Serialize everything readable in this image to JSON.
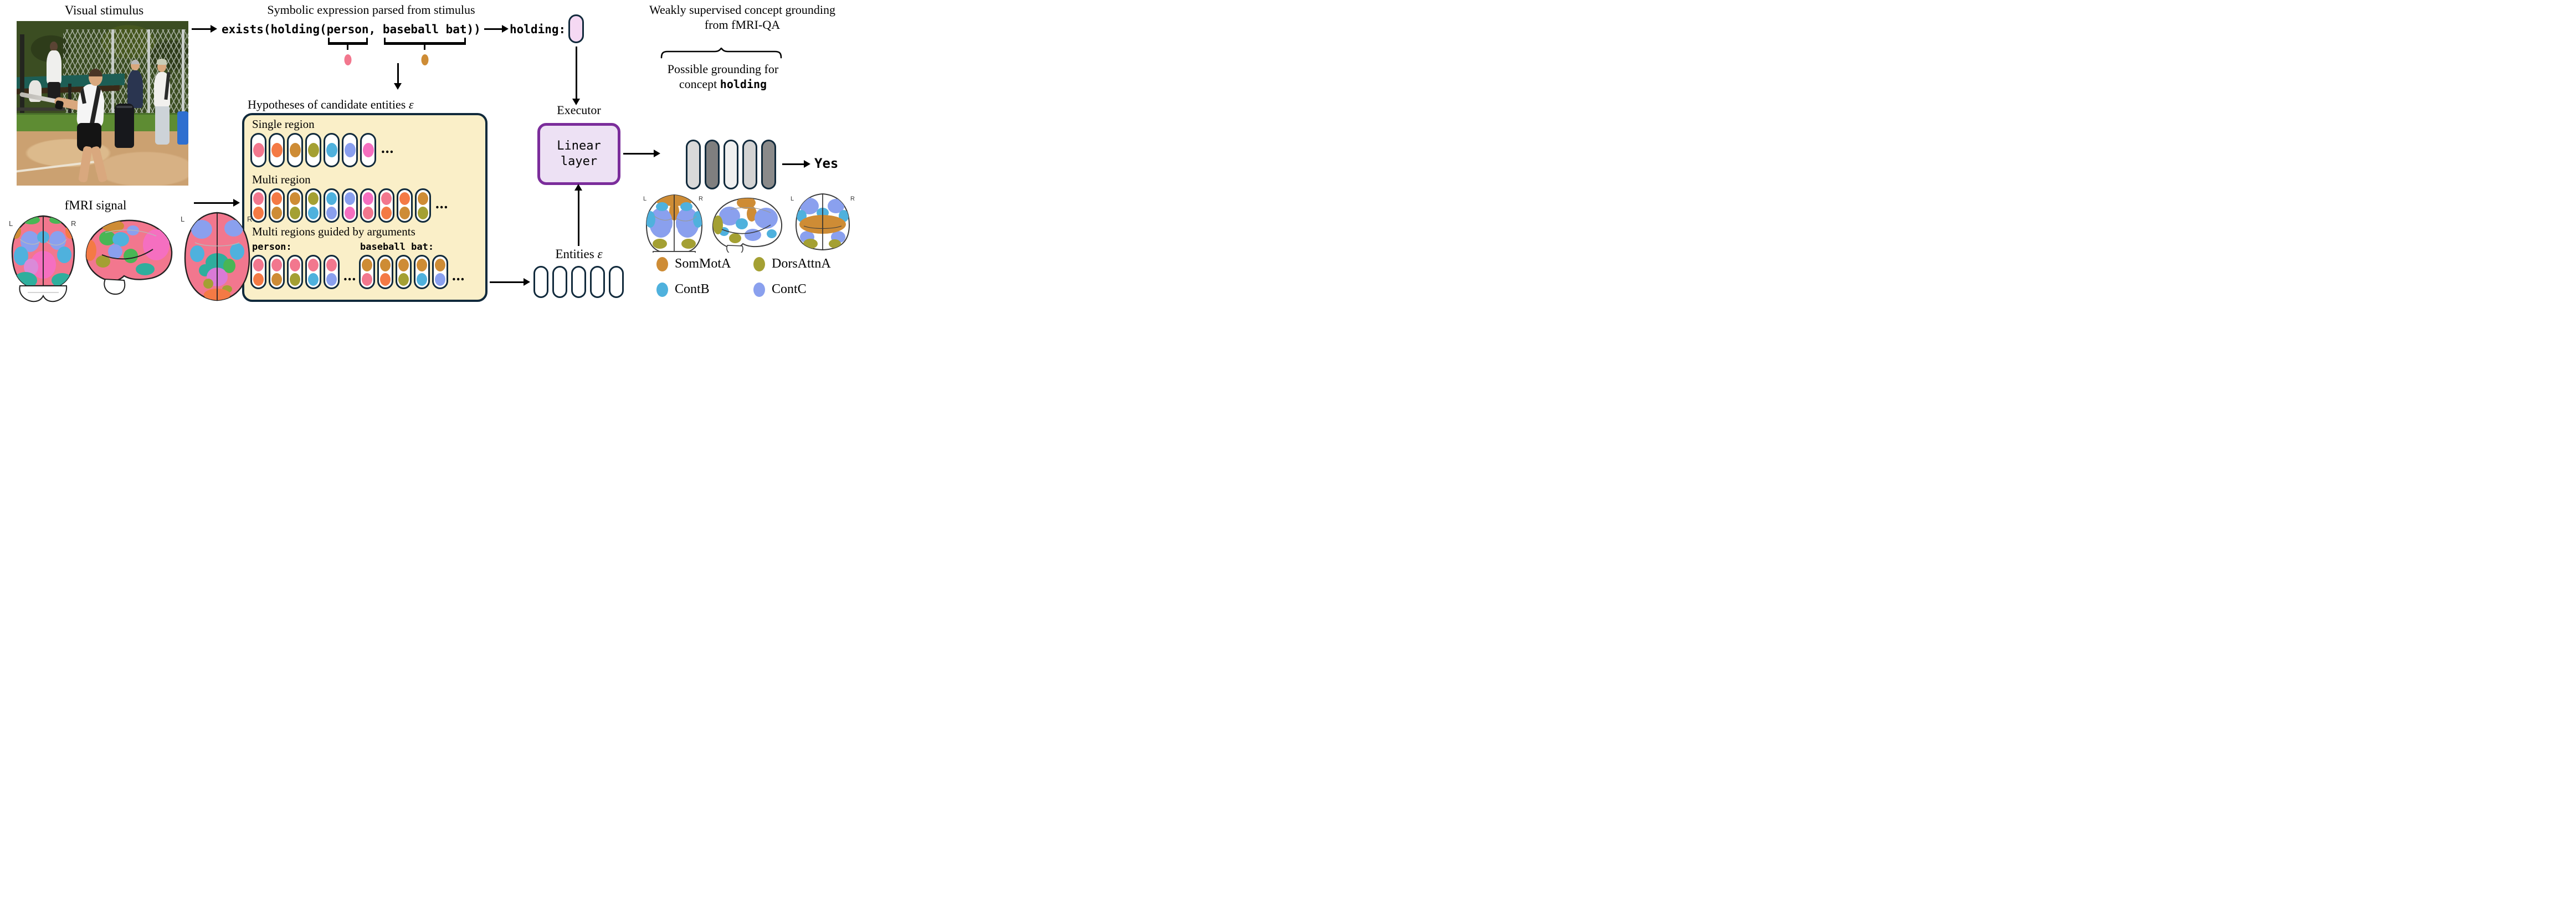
{
  "titles": {
    "visual_stimulus": "Visual stimulus",
    "symbolic": "Symbolic expression parsed from stimulus",
    "weakly_line1": "Weakly supervised concept grounding",
    "weakly_line2": "from fMRI-QA",
    "possible_line1": "Possible grounding for",
    "possible_line2_prefix": "concept ",
    "possible_concept": "holding",
    "fmri": "fMRI signal"
  },
  "expression": {
    "prefix": "exists(holding(",
    "arg1": "person",
    "separator": ", ",
    "arg2": "baseball bat",
    "suffix": "))",
    "concept_label": "holding:",
    "arg1_color": "pink",
    "arg2_color": "tan"
  },
  "executor": {
    "label": "Executor",
    "box_line1": "Linear",
    "box_line2": "layer"
  },
  "entities": {
    "label_prefix": "Entities ",
    "epsilon": "ε",
    "count": 5
  },
  "hypotheses": {
    "title_prefix": "Hypotheses of candidate entities ",
    "epsilon": "ε",
    "single_label": "Single region",
    "multi_label": "Multi region",
    "guided_label": "Multi regions guided by arguments",
    "person_label": "person:",
    "bat_label": "baseball bat:",
    "ellipsis": "...",
    "single_row": [
      "pink",
      "orange",
      "tan",
      "olive",
      "blue",
      "periwinkle",
      "magenta"
    ],
    "multi_row": [
      [
        "pink",
        "orange"
      ],
      [
        "orange",
        "tan"
      ],
      [
        "tan",
        "olive"
      ],
      [
        "olive",
        "blue"
      ],
      [
        "blue",
        "periwinkle"
      ],
      [
        "periwinkle",
        "magenta"
      ],
      [
        "magenta",
        "pink"
      ],
      [
        "pink",
        "orange"
      ],
      [
        "orange",
        "tan"
      ],
      [
        "tan",
        "olive"
      ]
    ],
    "person_row": [
      [
        "pink",
        "orange"
      ],
      [
        "pink",
        "tan"
      ],
      [
        "pink",
        "olive"
      ],
      [
        "pink",
        "blue"
      ],
      [
        "pink",
        "periwinkle"
      ]
    ],
    "bat_row": [
      [
        "tan",
        "pink"
      ],
      [
        "tan",
        "orange"
      ],
      [
        "tan",
        "olive"
      ],
      [
        "tan",
        "blue"
      ],
      [
        "tan",
        "periwinkle"
      ]
    ]
  },
  "grounding": {
    "cells": [
      "#d9d9d9",
      "#7f7f7f",
      "#f0f0f0",
      "#d3d3d3",
      "#8a8a8a"
    ],
    "answer": "Yes"
  },
  "legend": {
    "items": [
      {
        "label": "SomMotA",
        "color": "#ce8c35"
      },
      {
        "label": "DorsAttnA",
        "color": "#a4a033"
      },
      {
        "label": "ContB",
        "color": "#4fb1dd"
      },
      {
        "label": "ContC",
        "color": "#8aa0ee"
      }
    ]
  },
  "brain_labels": {
    "left": "L",
    "right": "R"
  },
  "palette": {
    "pink": "#f2778e",
    "orange": "#f47a45",
    "tan": "#ce8c35",
    "olive": "#a4a033",
    "blue": "#4fb1dd",
    "periwinkle": "#8aa0ee",
    "magenta": "#f56fc0"
  },
  "style_colors": {
    "hypotheses_box_fill": "#faefc8",
    "outline_navy": "#112a3c",
    "executor_border": "#7b2d9b",
    "executor_fill": "#ede1f4",
    "concept_capsule_fill": "#f5d9f3"
  }
}
